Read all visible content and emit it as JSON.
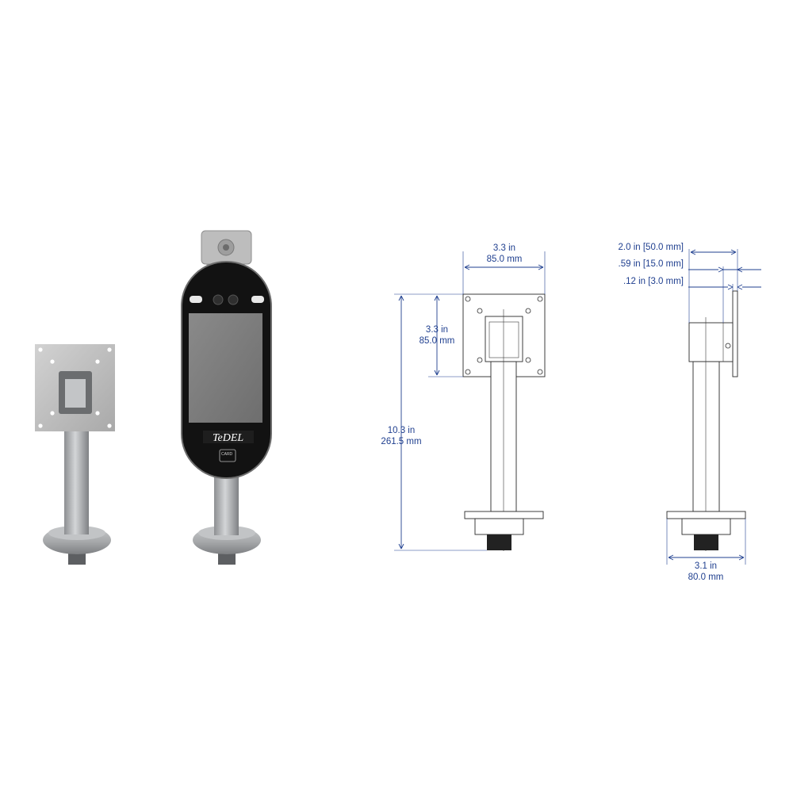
{
  "front_drawing": {
    "width": {
      "imperial": "3.3 in",
      "metric": "85.0 mm"
    },
    "plate_height": {
      "imperial": "3.3 in",
      "metric": "85.0 mm"
    },
    "total_height": {
      "imperial": "10.3 in",
      "metric": "261.5 mm"
    }
  },
  "side_drawing": {
    "depth": "2.0 in [50.0 mm]",
    "offset": ".59 in [15.0 mm]",
    "plate_thickness": ".12 in [3.0 mm]",
    "base_diameter": {
      "imperial": "3.1 in",
      "metric": "80.0 mm"
    }
  },
  "device": {
    "logo": "TeDEL",
    "card_label": "CARD"
  },
  "colors": {
    "dimension": "#1f3f8f",
    "steel": "#b9b9b9",
    "pole": "#a9abad",
    "device_body": "#111111",
    "screen": "#7c7c7c"
  }
}
